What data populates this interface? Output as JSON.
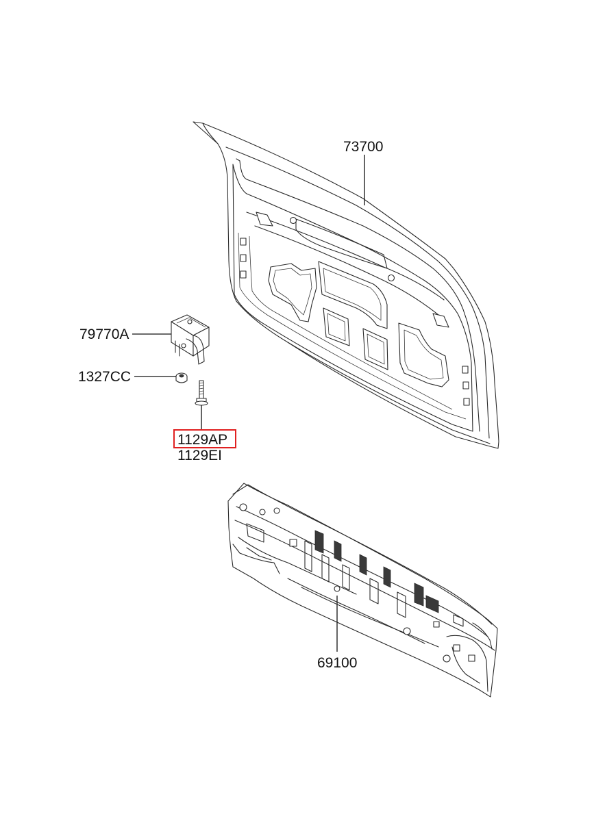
{
  "parts": {
    "tailgate_panel": {
      "number": "73700"
    },
    "bracket": {
      "number": "79770A"
    },
    "nut": {
      "number": "1327CC"
    },
    "bolt_primary": {
      "number": "1129AP",
      "highlighted": true
    },
    "bolt_alt": {
      "number": "1129EI"
    },
    "rear_panel": {
      "number": "69100"
    }
  },
  "colors": {
    "highlight": "#e02020",
    "line": "#2a2a2a",
    "text": "#111111"
  }
}
